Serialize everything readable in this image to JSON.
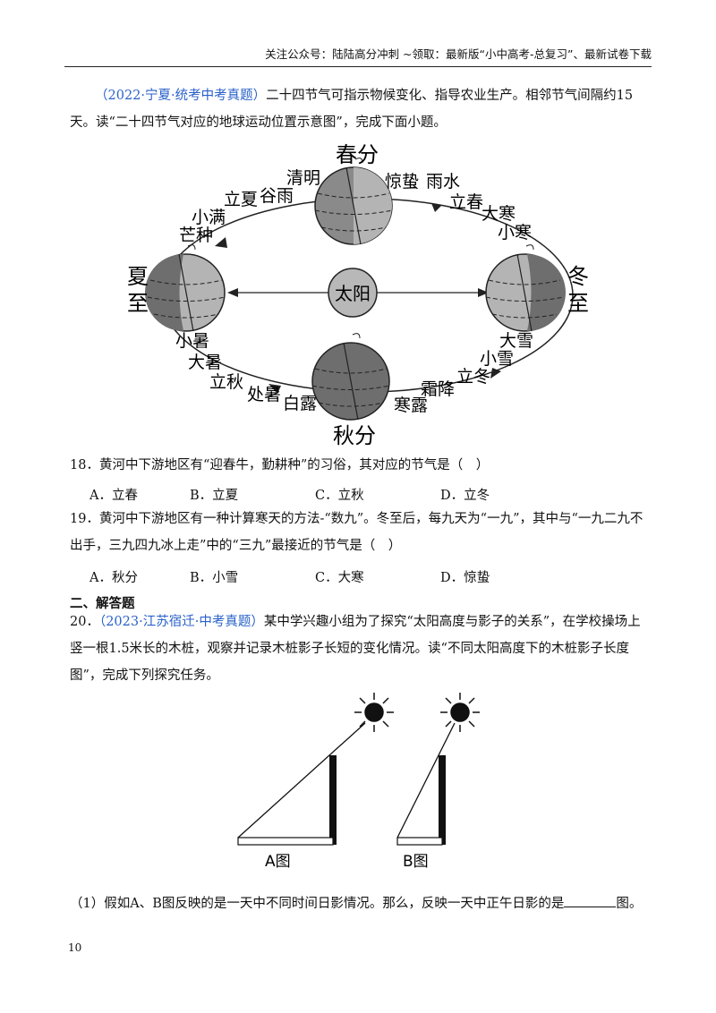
{
  "header": "关注公众号：陆陆高分冲刺 ~领取：最新版“小中高考-总复习”、最新试卷下载",
  "intro": {
    "source": "（2022·宁夏·统考中考真题）",
    "text": "二十四节气可指示物候变化、指导农业生产。相邻节气间隔约15天。读“二十四节气对应的地球运动位置示意图”，完成下面小题。"
  },
  "diagram1": {
    "sun": "太阳",
    "spring": "春分",
    "summer": "夏至",
    "autumn": "秋分",
    "winter": "冬至",
    "terms": [
      "清明",
      "惊蛰",
      "雨水",
      "立夏",
      "谷雨",
      "立春",
      "大寒",
      "小满",
      "芒种",
      "小寒",
      "小暑",
      "大暑",
      "立秋",
      "处暑",
      "白露",
      "大雪",
      "小雪",
      "立冬",
      "霜降",
      "寒露"
    ]
  },
  "q18": {
    "stem": "18．黄河中下游地区有“迎春牛，勤耕种”的习俗，其对应的节气是（　）",
    "options": [
      "A．立春",
      "B．立夏",
      "C．立秋",
      "D．立冬"
    ]
  },
  "q19": {
    "stem": "19．黄河中下游地区有一种计算寒天的方法-“数九”。冬至后，每九天为“一九”，其中与“一九二九不出手，三九四九冰上走”中的“三九”最接近的节气是（　）",
    "options": [
      "A．秋分",
      "B．小雪",
      "C．大寒",
      "D．惊蛰"
    ]
  },
  "section2": "二、解答题",
  "q20": {
    "num": "20．",
    "source": "（2023·江苏宿迁·中考真题）",
    "text": "某中学兴趣小组为了探究“太阳高度与影子的关系”，在学校操场上竖一根1.5米长的木桩，观察并记录木桩影子长短的变化情况。读“不同太阳高度下的木桩影子长度图”，完成下列探究任务。"
  },
  "diagram2": {
    "label_a": "A图",
    "label_b": "B图"
  },
  "q20_1": {
    "before": "（1）假如A、B图反映的是一天中不同时间日影情况。那么，反映一天中正午日影的是",
    "after": "图。"
  },
  "page_number": "10"
}
